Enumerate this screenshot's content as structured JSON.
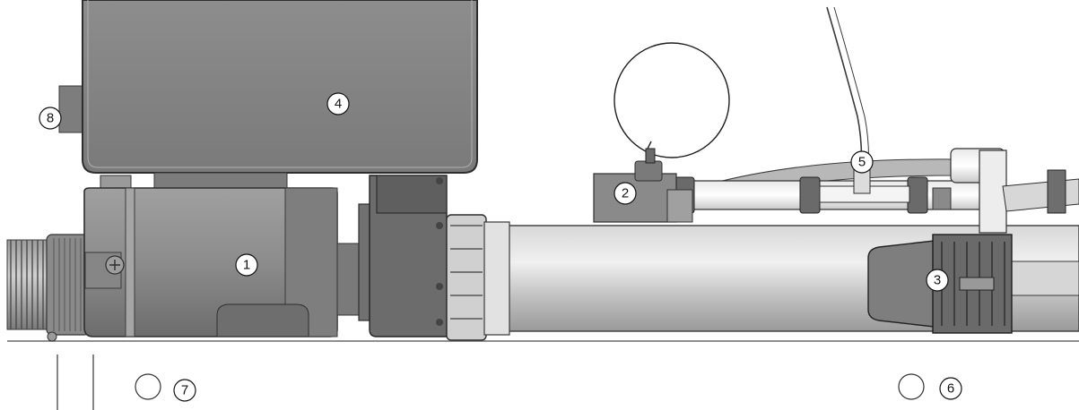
{
  "diagram": {
    "type": "equipment-assembly",
    "callouts": [
      {
        "id": "1",
        "label": "1"
      },
      {
        "id": "2",
        "label": "2"
      },
      {
        "id": "3",
        "label": "3"
      },
      {
        "id": "4",
        "label": "4"
      },
      {
        "id": "5",
        "label": "5"
      },
      {
        "id": "6",
        "label": "6"
      },
      {
        "id": "7",
        "label": "7"
      },
      {
        "id": "8",
        "label": "8"
      }
    ]
  },
  "colors": {
    "background": "#ffffff",
    "housing": "#8a8a8a",
    "housing_dark": "#6e6e6e",
    "motor": "#8f8f8f",
    "pipe": "#c4c4c4",
    "pipe_light": "#e2e2e2",
    "outline": "#2a2a2a"
  },
  "icons": [
    "flex-hose-icon",
    "motor-icon",
    "pump-icon",
    "heater-tube-icon",
    "control-box-icon",
    "pressure-switch-icon",
    "air-blower-icon",
    "ozone-injector-icon"
  ]
}
